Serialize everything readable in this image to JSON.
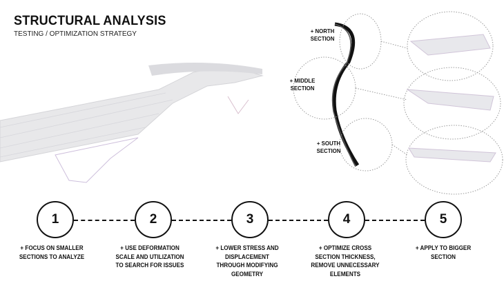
{
  "header": {
    "title": "STRUCTURAL ANALYSIS",
    "subtitle": "TESTING / OPTIMIZATION STRATEGY"
  },
  "sections": [
    {
      "label_line1": "+ NORTH",
      "label_line2": "SECTION"
    },
    {
      "label_line1": "+ MIDDLE",
      "label_line2": "SECTION"
    },
    {
      "label_line1": "+ SOUTH",
      "label_line2": "SECTION"
    }
  ],
  "steps": [
    {
      "number": "1",
      "text": "+ FOCUS ON SMALLER SECTIONS TO ANALYZE"
    },
    {
      "number": "2",
      "text": "+ USE DEFORMATION SCALE AND UTILIZATION TO SEARCH FOR ISSUES"
    },
    {
      "number": "3",
      "text": "+ LOWER STRESS AND DISPLACEMENT THROUGH MODIFYING GEOMETRY"
    },
    {
      "number": "4",
      "text": "+ OPTIMIZE CROSS SECTION THICKNESS, REMOVE UNNECESSARY ELEMENTS"
    },
    {
      "number": "5",
      "text": "+ APPLY TO BIGGER SECTION"
    }
  ]
}
